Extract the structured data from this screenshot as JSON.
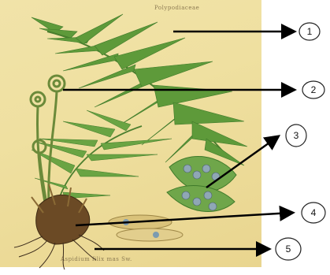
{
  "plate": {
    "caption_top": "Polypodiaceae",
    "caption_bottom": "Aspidium filix mas Sw."
  },
  "labels": [
    "1",
    "2",
    "3",
    "4",
    "5"
  ],
  "colors": {
    "frond": "#5e9a3a",
    "frond_dark": "#3f7a2a",
    "rhizome": "#6b4a25",
    "roots": "#3a2a1a",
    "sori": "#8fa7b5",
    "arrow": "#000000"
  }
}
